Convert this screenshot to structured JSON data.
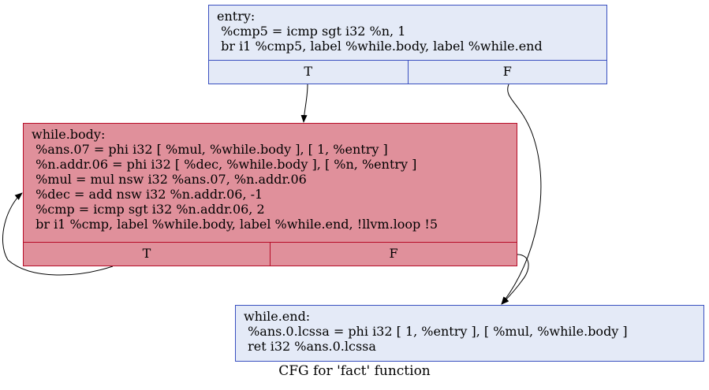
{
  "nodes": {
    "entry": {
      "lines": [
        "entry:",
        " %cmp5 = icmp sgt i32 %n, 1",
        " br i1 %cmp5, label %while.body, label %while.end"
      ],
      "ports": [
        "T",
        "F"
      ],
      "fill": "#e4eaf7",
      "border": "#3a50c0"
    },
    "while_body": {
      "lines": [
        "while.body:",
        " %ans.07 = phi i32 [ %mul, %while.body ], [ 1, %entry ]",
        " %n.addr.06 = phi i32 [ %dec, %while.body ], [ %n, %entry ]",
        " %mul = mul nsw i32 %ans.07, %n.addr.06",
        " %dec = add nsw i32 %n.addr.06, -1",
        " %cmp = icmp sgt i32 %n.addr.06, 2",
        " br i1 %cmp, label %while.body, label %while.end, !llvm.loop !5"
      ],
      "ports": [
        "T",
        "F"
      ],
      "fill": "#e0909b",
      "border": "#b70d28"
    },
    "while_end": {
      "lines": [
        "while.end:",
        " %ans.0.lcssa = phi i32 [ 1, %entry ], [ %mul, %while.body ]",
        " ret i32 %ans.0.lcssa"
      ],
      "fill": "#e4eaf7",
      "border": "#3a50c0"
    }
  },
  "edges": [
    {
      "from": "entry",
      "port": "T",
      "to": "while.body"
    },
    {
      "from": "entry",
      "port": "F",
      "to": "while.end"
    },
    {
      "from": "while.body",
      "port": "T",
      "to": "while.body"
    },
    {
      "from": "while.body",
      "port": "F",
      "to": "while.end"
    }
  ],
  "caption": "CFG for 'fact' function"
}
